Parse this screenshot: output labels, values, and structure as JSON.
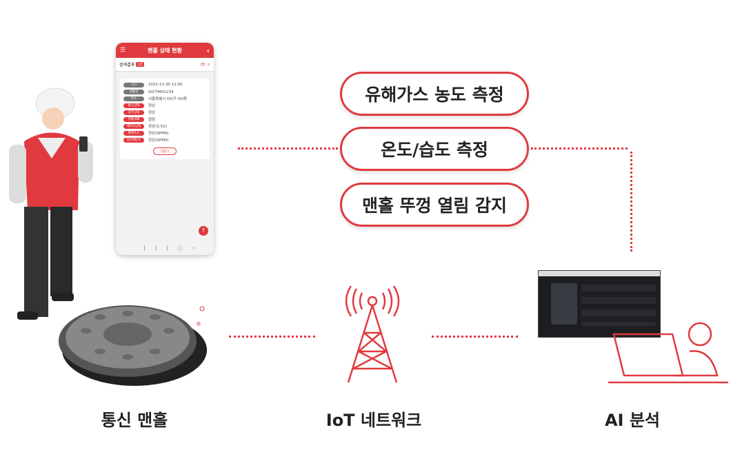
{
  "features": [
    "유해가스 농도 측정",
    "온도/습도 측정",
    "맨홀 뚜껑 열림 감지"
  ],
  "captions": {
    "manhole": "통신 맨홀",
    "network": "IoT 네트워크",
    "ai": "AI 분석"
  },
  "phone": {
    "title": "맨홀 상태 현황",
    "search_label": "검색결과",
    "search_count": "1건",
    "rows": [
      {
        "label": "시간",
        "value": "2022-11-30 12:00",
        "status": "gray"
      },
      {
        "label": "맨홀명",
        "value": "OO구MH1234",
        "status": "gray"
      },
      {
        "label": "주소",
        "value": "서울특별시 OO구 OO동",
        "status": "gray"
      },
      {
        "label": "통신상태",
        "value": "정상",
        "status": "red"
      },
      {
        "label": "침수상태",
        "value": "정상",
        "status": "red"
      },
      {
        "label": "맨홀개폐",
        "value": "열림",
        "status": "red"
      },
      {
        "label": "배터리상태",
        "value": "정상(3.5V)",
        "status": "red"
      },
      {
        "label": "황화수소",
        "value": "정상(0PPM)",
        "status": "red"
      },
      {
        "label": "일산화탄소",
        "value": "정상(0PPM)",
        "status": "red"
      }
    ],
    "button": "길찾기"
  },
  "colors": {
    "accent": "#e03a3e",
    "dark": "#222222"
  }
}
